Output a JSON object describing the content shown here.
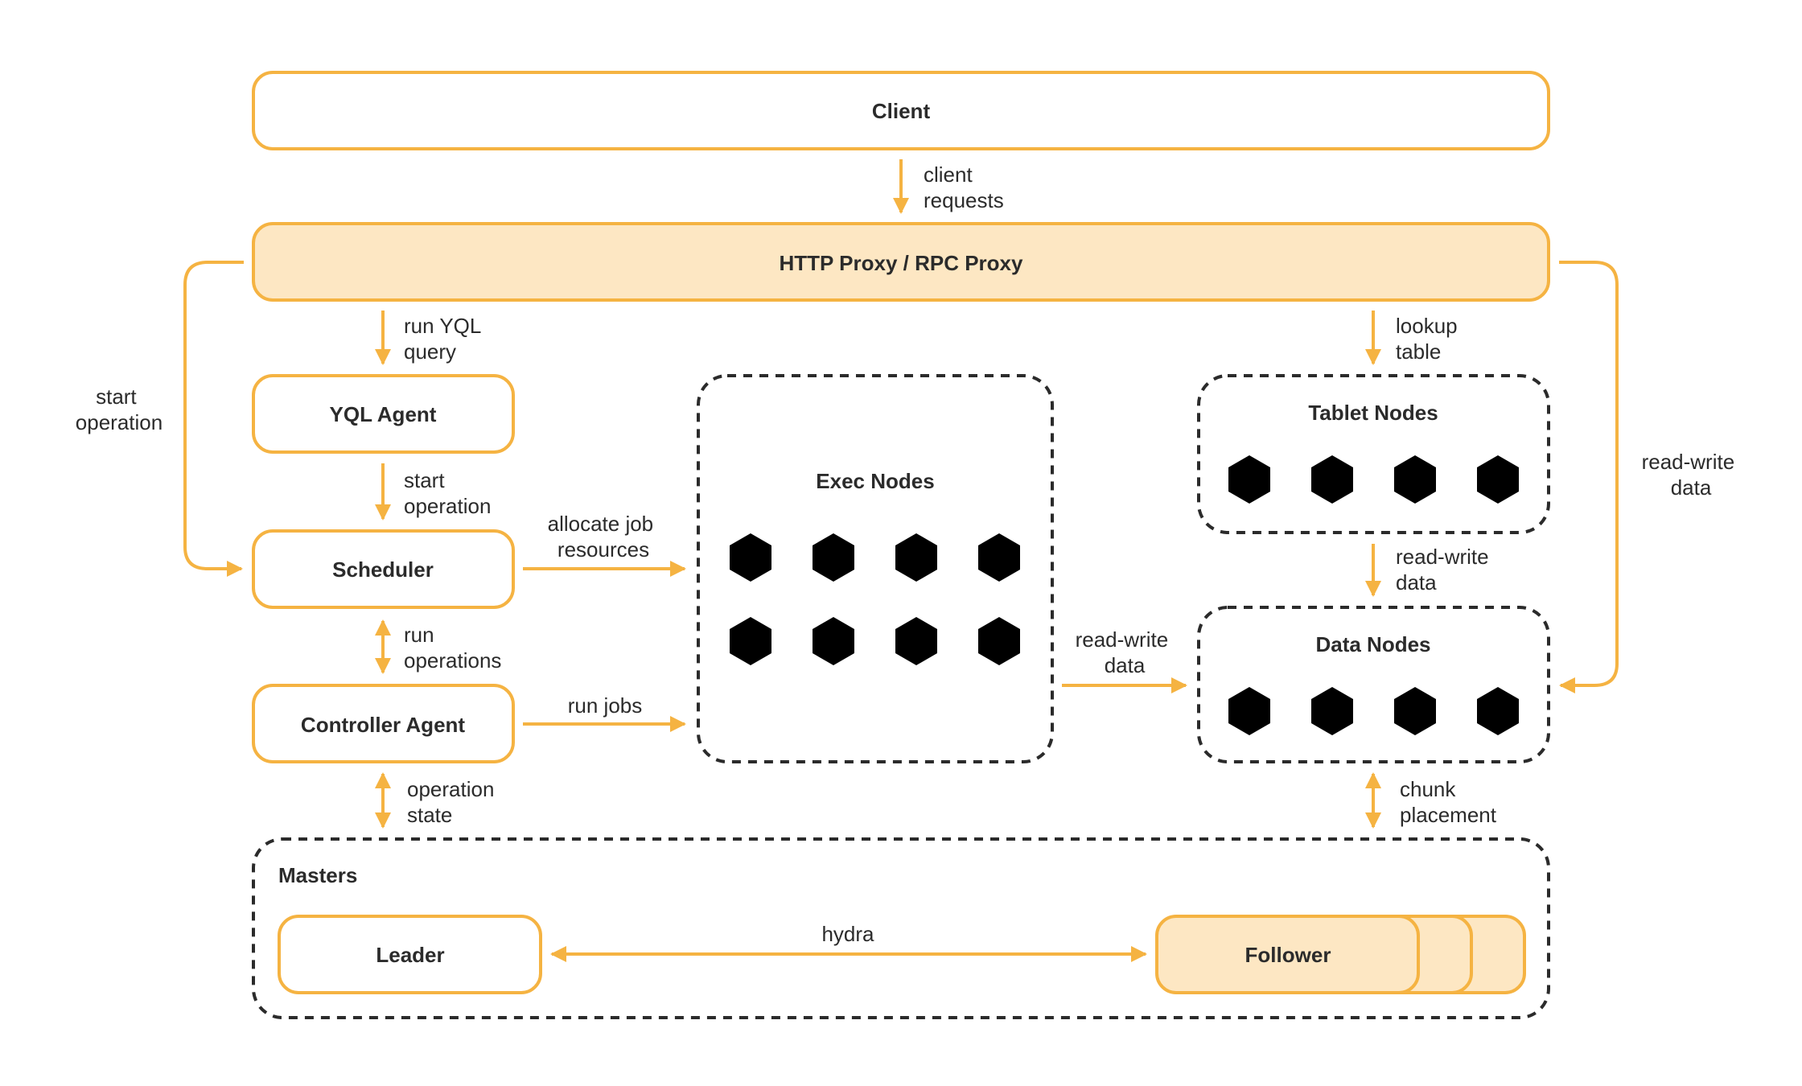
{
  "colors": {
    "accent": "#f5b342",
    "accent_fill": "#fde7c3",
    "text": "#2b2b2b",
    "dashed": "#2b2b2b"
  },
  "nodes": {
    "client": "Client",
    "proxy": "HTTP Proxy / RPC Proxy",
    "yql_agent": "YQL Agent",
    "scheduler": "Scheduler",
    "controller_agent": "Controller Agent",
    "exec_nodes": "Exec Nodes",
    "tablet_nodes": "Tablet Nodes",
    "data_nodes": "Data Nodes",
    "masters": "Masters",
    "leader": "Leader",
    "follower": "Follower"
  },
  "edges": {
    "client_requests": [
      "client",
      "requests"
    ],
    "run_yql_query": [
      "run YQL",
      "query"
    ],
    "start_operation_left": [
      "start",
      "operation"
    ],
    "start_operation_yql": [
      "start",
      "operation"
    ],
    "allocate_job_resources": [
      "allocate job",
      "resources"
    ],
    "run_operations": [
      "run",
      "operations"
    ],
    "run_jobs": [
      "run jobs"
    ],
    "operation_state": [
      "operation",
      "state"
    ],
    "lookup_table": [
      "lookup",
      "table"
    ],
    "read_write_tablet": [
      "read-write",
      "data"
    ],
    "read_write_exec": [
      "read-write",
      "data"
    ],
    "read_write_right": [
      "read-write",
      "data"
    ],
    "chunk_placement": [
      "chunk",
      "placement"
    ],
    "hydra": [
      "hydra"
    ]
  },
  "icons": {
    "node": "cube-icon",
    "arrow": "arrowhead-icon"
  }
}
